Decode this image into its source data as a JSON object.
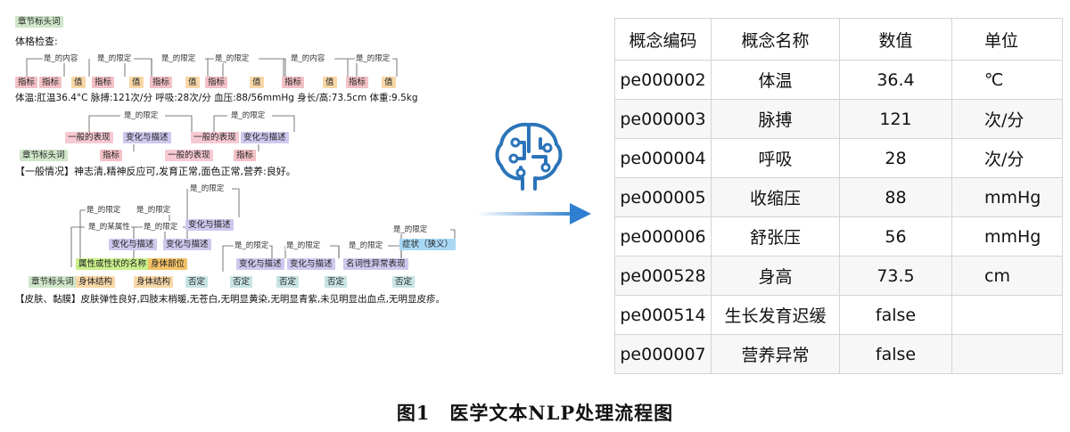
{
  "annotation": {
    "heading_tag": "章节标头词",
    "heading_text": "体格检查:",
    "rel_contains": "是_的内容",
    "rel_limit": "是_的限定",
    "rel_attr": "是_的某属性",
    "tag_indicator": "指标",
    "tag_value": "值",
    "tag_general": "一般的表现",
    "tag_change": "变化与描述",
    "tag_section": "章节标头词",
    "tag_property": "属性或性状的名称",
    "tag_body_part": "身体部位",
    "tag_body_struct": "身体结构",
    "tag_negation": "否定",
    "tag_noun": "名词性异常表现",
    "tag_symptom": "症状（狭义）",
    "line1": "体温:肛温36.4°C 脉搏:121次/分 呼吸:28次/分 血压:88/56mmHg 身长/高:73.5cm 体重:9.5kg",
    "line2": "【一般情况】神志清,精神反应可,发育正常,面色正常,营养:良好。",
    "line3": "【皮肤、黏膜】皮肤弹性良好,四肢末梢暖,无苍白,无明显黄染,无明显青紫,未见明显出血点,无明显皮疹。"
  },
  "table": {
    "headers": [
      "概念编码",
      "概念名称",
      "数值",
      "单位"
    ],
    "rows": [
      [
        "pe000002",
        "体温",
        "36.4",
        "℃"
      ],
      [
        "pe000003",
        "脉搏",
        "121",
        "次/分"
      ],
      [
        "pe000004",
        "呼吸",
        "28",
        "次/分"
      ],
      [
        "pe000005",
        "收缩压",
        "88",
        "mmHg"
      ],
      [
        "pe000006",
        "舒张压",
        "56",
        "mmHg"
      ],
      [
        "pe000528",
        "身高",
        "73.5",
        "cm"
      ],
      [
        "pe000514",
        "生长发育迟缓",
        "false",
        ""
      ],
      [
        "pe000007",
        "营养异常",
        "false",
        ""
      ]
    ]
  },
  "caption": "图1　医学文本NLP处理流程图",
  "colors": {
    "brain_icon": "#2b74b9",
    "arrow": "#2f7fd0",
    "tag_indicator": "#f3c1c6",
    "tag_value": "#f8d8a8",
    "tag_change": "#cdc9ee"
  },
  "icons": [
    "ai-brain-circuit-icon",
    "right-arrow-icon"
  ]
}
